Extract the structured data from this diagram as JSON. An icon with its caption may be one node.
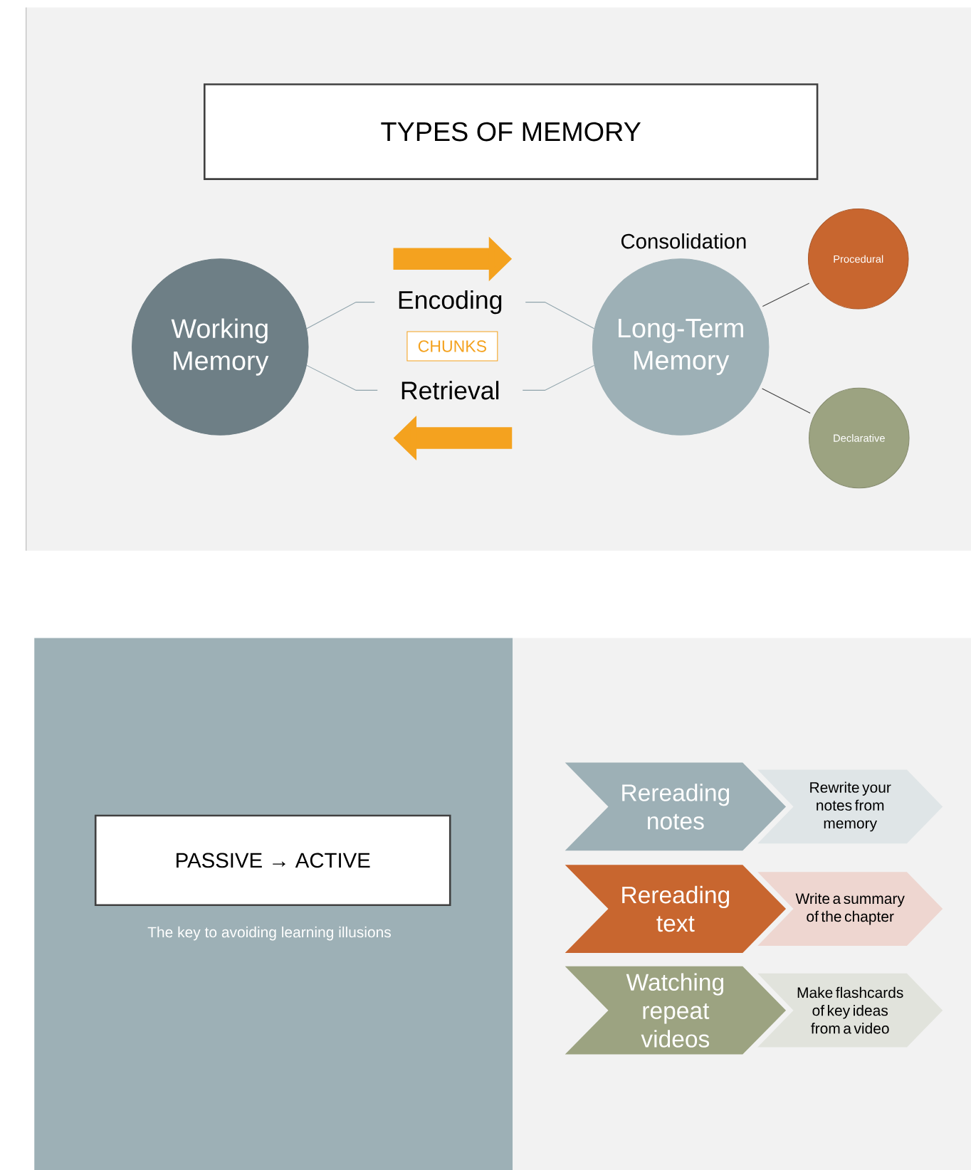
{
  "diagram": {
    "nodes": [
      {
        "text": [
          "TYPES OF MEMORY"
        ]
      },
      {
        "text": [
          "Working Memory"
        ]
      },
      {
        "text": [
          "Encoding"
        ]
      },
      {
        "text": [
          "CHUNKS"
        ]
      },
      {
        "text": [
          "Retrieval"
        ]
      },
      {
        "text": [
          "Long-Term Memory"
        ],
        "beside": [
          "Consolidation"
        ]
      },
      {
        "text": [
          "Procedural"
        ]
      },
      {
        "text": [
          "Declarative"
        ]
      },
      {
        "text": [
          "PASSIVE → ACTIVE"
        ],
        "beside": [
          "The key to avoiding learning illusions"
        ]
      },
      {
        "text": [
          "Rereading notes"
        ]
      },
      {
        "text": [
          "Rewrite your notes from memory"
        ]
      },
      {
        "text": [
          "Rereading text"
        ]
      },
      {
        "text": [
          "Write a summary of the chapter"
        ]
      },
      {
        "text": [
          "Watching repeat videos"
        ]
      },
      {
        "text": [
          "Make flashcards of key ideas from a video"
        ]
      }
    ],
    "edges": [
      {
        "from": 1,
        "to": 2,
        "arrow": "none"
      },
      {
        "from": 1,
        "to": 4,
        "arrow": "none"
      },
      {
        "from": 2,
        "to": 5,
        "arrow": "none"
      },
      {
        "from": 4,
        "to": 5,
        "arrow": "none"
      },
      {
        "from": 5,
        "to": 6,
        "arrow": "none",
        "color": "#404040"
      },
      {
        "from": 5,
        "to": 7,
        "arrow": "none",
        "color": "#404040"
      }
    ]
  }
}
